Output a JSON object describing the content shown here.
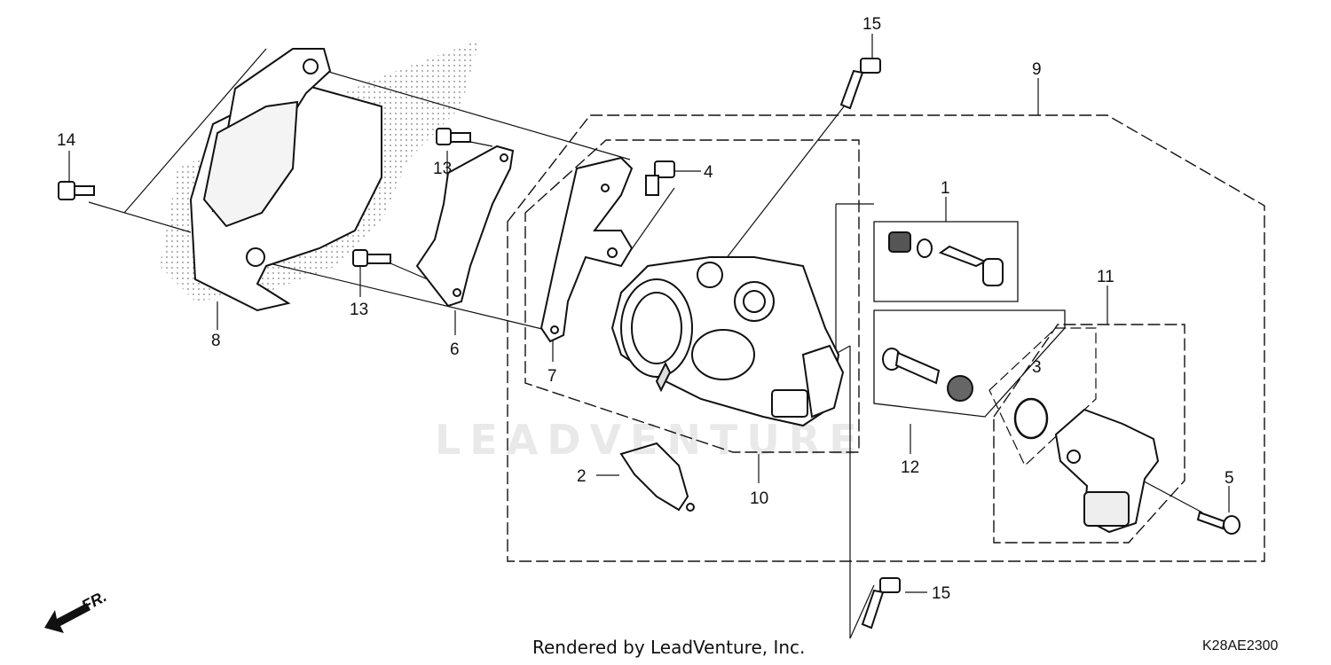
{
  "diagram": {
    "callouts": {
      "c1": "1",
      "c2": "2",
      "c3": "3",
      "c4": "4",
      "c5": "5",
      "c6": "6",
      "c7": "7",
      "c8": "8",
      "c9": "9",
      "c10": "10",
      "c11": "11",
      "c12": "12",
      "c13a": "13",
      "c13b": "13",
      "c14": "14",
      "c15a": "15",
      "c15b": "15"
    },
    "front_arrow_label": "FR.",
    "watermark": "LEADVENTURE",
    "footer_credit": "Rendered by LeadVenture, Inc.",
    "diagram_code": "K28AE2300"
  }
}
